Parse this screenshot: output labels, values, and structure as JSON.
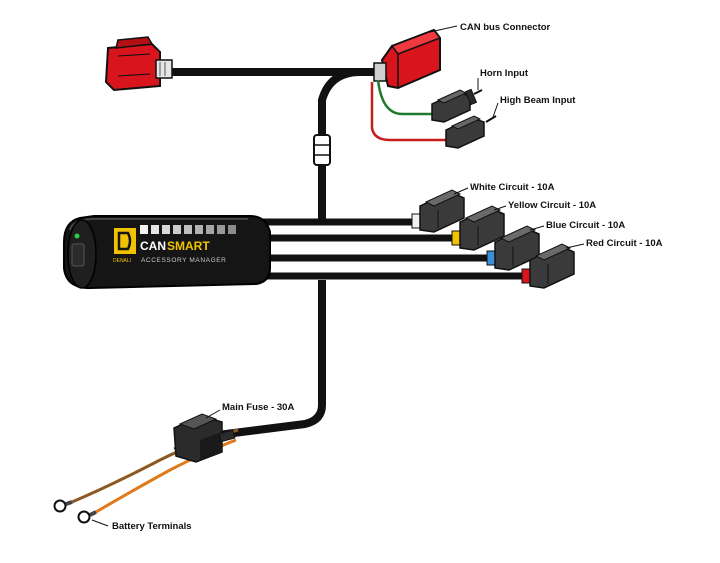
{
  "labels": {
    "can_bus": "CAN bus Connector",
    "horn": "Horn Input",
    "high_beam": "High Beam Input",
    "white": "White Circuit - 10A",
    "yellow": "Yellow Circuit - 10A",
    "blue": "Blue Circuit - 10A",
    "red": "Red Circuit - 10A",
    "fuse": "Main Fuse - 30A",
    "battery": "Battery Terminals"
  },
  "device": {
    "logo_letters": "DENALI",
    "name_part1": "CAN",
    "name_part2": "SMART",
    "subtitle": "ACCESSORY MANAGER"
  },
  "colors": {
    "cable": "#111111",
    "connector_red": "#d8141c",
    "brand_yellow": "#f2c200",
    "wire_green": "#1f7a2e",
    "wire_red": "#c81e1e",
    "wire_orange": "#e07a1c",
    "wire_brown": "#8a5a22",
    "blue_accent": "#3a8fd8"
  }
}
